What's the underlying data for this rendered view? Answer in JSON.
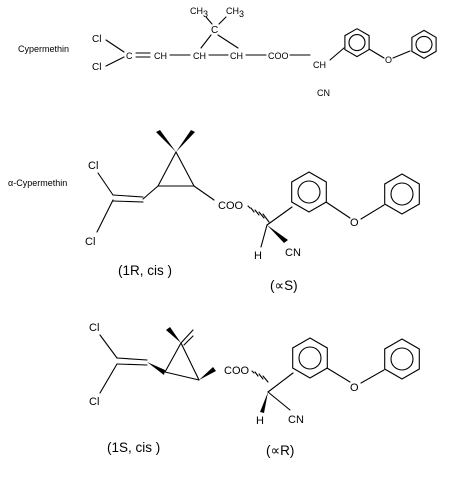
{
  "section1": {
    "title": "Cypermethin",
    "atoms": {
      "cl_top": "Cl",
      "cl_bottom": "Cl",
      "c_left": "C",
      "ch_vinyl": "CH",
      "ch_ring_left": "CH",
      "ch_ring_right": "CH",
      "ch3_left": "CH",
      "ch3_left_sub": "3",
      "ch3_right": "CH",
      "ch3_right_sub": "3",
      "c_quat": "C",
      "ester": "COO",
      "ch_alpha": "CH",
      "o_ether": "O",
      "cn": "CN"
    }
  },
  "section2": {
    "title": "α-Cypermethin",
    "atoms": {
      "cl_top": "Cl",
      "cl_bottom": "Cl",
      "ester": "COO",
      "h": "H",
      "cn": "CN",
      "o_ether": "O"
    },
    "label_acid": "(1R, cis )",
    "label_alcohol": "(∝S)"
  },
  "section3": {
    "atoms": {
      "cl_top": "Cl",
      "cl_bottom": "Cl",
      "ester": "COO",
      "h": "H",
      "cn": "CN",
      "o_ether": "O"
    },
    "label_acid": "(1S, cis )",
    "label_alcohol": "(∝R)"
  }
}
